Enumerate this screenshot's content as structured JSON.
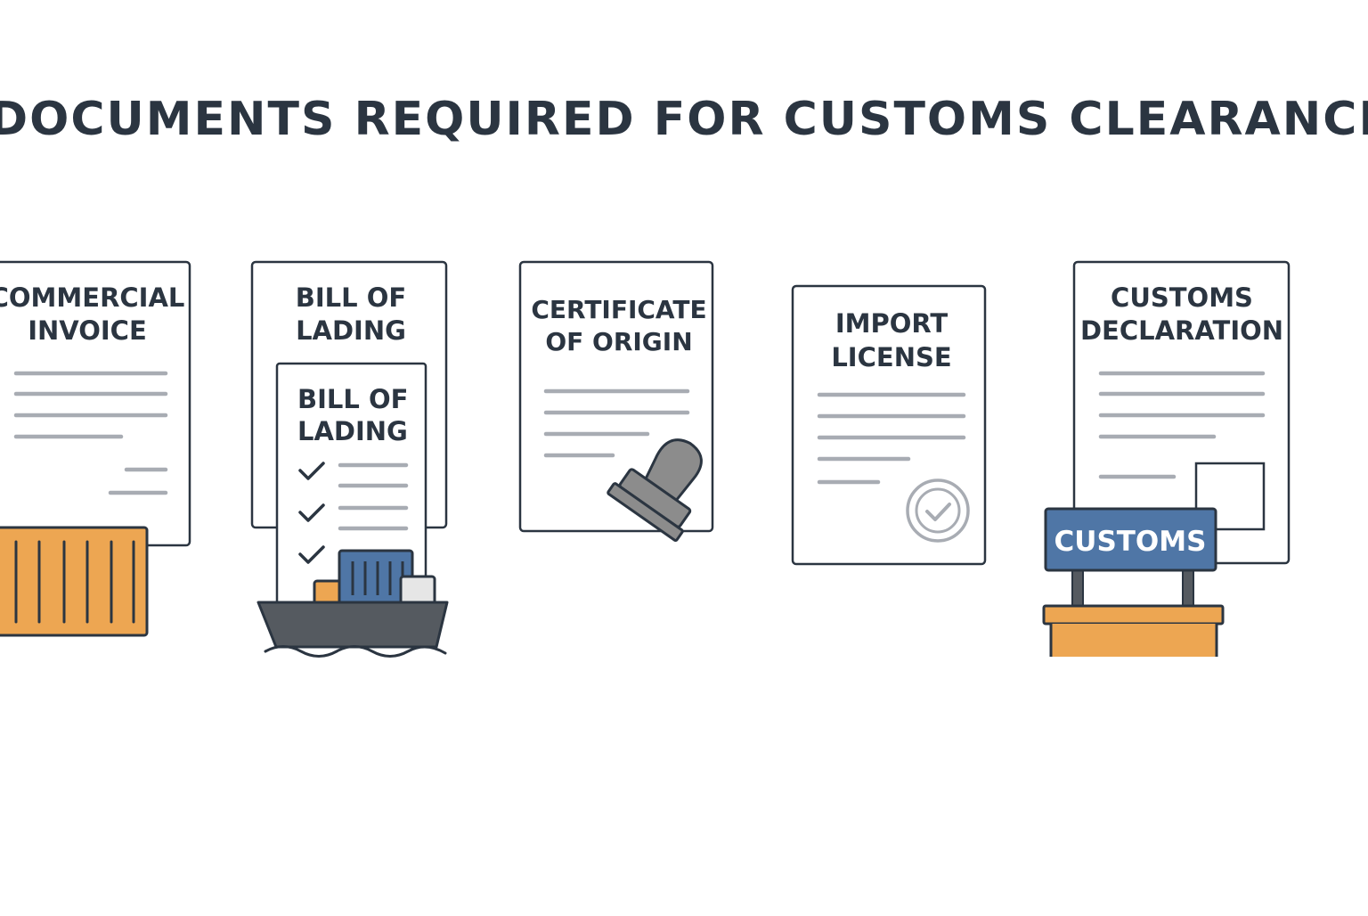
{
  "title": "DOCUMENTS REQUIRED FOR CUSTOMS CLEARANCE",
  "colors": {
    "ink": "#2b3541",
    "line": "#a8acb3",
    "orange": "#eda652",
    "blue": "#4f76a6",
    "stamp": "#8c8c8c",
    "hull": "#555a60"
  },
  "documents": [
    {
      "label_line1": "COMMERCIAL",
      "label_line2": "INVOICE",
      "icon": "shipping-container-icon"
    },
    {
      "label_line1": "BILL OF",
      "label_line2": "LADING",
      "inner_label_line1": "BILL OF",
      "inner_label_line2": "LADING",
      "icon": "cargo-ship-icon"
    },
    {
      "label_line1": "CERTIFICATE",
      "label_line2": "OF ORIGIN",
      "icon": "rubber-stamp-icon"
    },
    {
      "label_line1": "IMPORT",
      "label_line2": "LICENSE",
      "icon": "check-seal-icon"
    },
    {
      "label_line1": "CUSTOMS",
      "label_line2": "DECLARATION",
      "icon": "customs-booth-icon",
      "sign_text": "CUSTOMS"
    }
  ]
}
